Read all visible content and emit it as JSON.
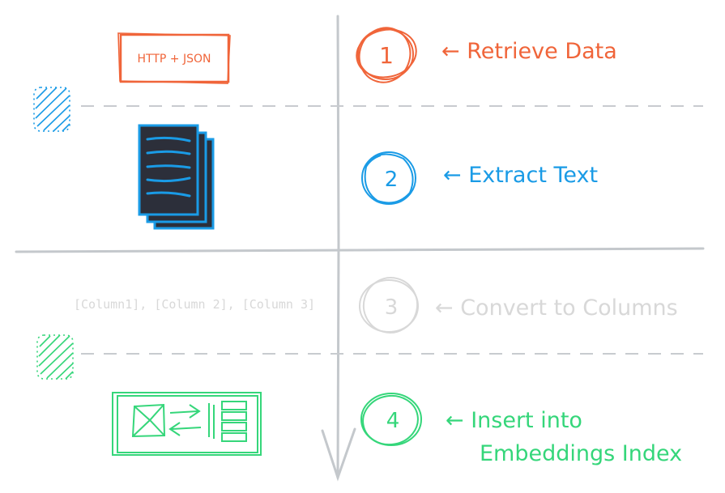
{
  "colors": {
    "orange": "#f0653a",
    "blue": "#1a9be6",
    "gray": "#d8d8d8",
    "green": "#35d67a",
    "axis": "#c4c8cc",
    "dash": "#c8cbcf",
    "doc_fill": "#2c2f3a"
  },
  "steps": [
    {
      "number": "1",
      "label": "← Retrieve Data",
      "icon_caption": "HTTP + JSON"
    },
    {
      "number": "2",
      "label": "← Extract Text"
    },
    {
      "number": "3",
      "label": "← Convert to Columns",
      "icon_caption": "[Column1], [Column 2], [Column 3]"
    },
    {
      "number": "4",
      "label_line1": "← Insert into",
      "label_line2": "Embeddings Index"
    }
  ]
}
